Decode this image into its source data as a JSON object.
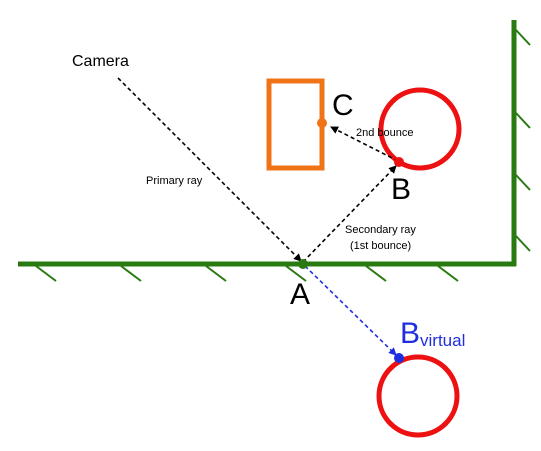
{
  "labels": {
    "camera": "Camera",
    "primary_ray": "Primary ray",
    "second_bounce": "2nd bounce",
    "secondary_ray_line1": "Secondary ray",
    "secondary_ray_line2": "(1st bounce)",
    "point_a": "A",
    "point_b": "B",
    "point_c": "C",
    "virtual_b": "B",
    "virtual_sub": "virtual"
  },
  "colors": {
    "surface": "#2a7a12",
    "object_circle": "#ee1111",
    "object_rect": "#f07318",
    "virtual": "#1f2ee0",
    "ray": "#000000"
  }
}
